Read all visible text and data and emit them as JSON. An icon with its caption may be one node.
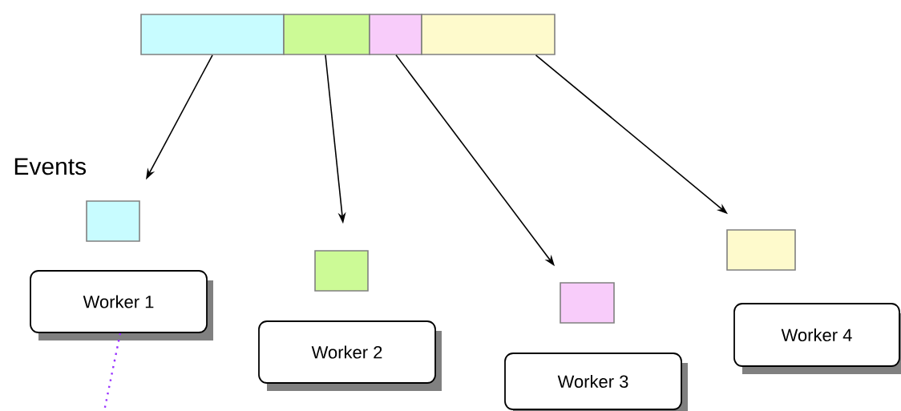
{
  "diagram": {
    "nodes": [
      {
        "text": [],
        "shape": "box"
      },
      {
        "text": [],
        "shape": "box"
      },
      {
        "text": [],
        "shape": "box"
      },
      {
        "text": [],
        "shape": "box"
      },
      {
        "text": [],
        "shape": "box"
      },
      {
        "text": [],
        "shape": "box"
      },
      {
        "text": [],
        "shape": "box"
      },
      {
        "text": [],
        "shape": "box"
      },
      {
        "text": [
          "Worker 1"
        ]
      },
      {
        "text": [
          "Worker 2"
        ]
      },
      {
        "text": [
          "Worker 3"
        ]
      },
      {
        "text": [
          "Worker 4"
        ]
      }
    ],
    "edges": [
      {
        "from": 0,
        "to": 4,
        "arrow": "to"
      },
      {
        "from": 1,
        "to": 5,
        "arrow": "to"
      },
      {
        "from": 2,
        "to": 6,
        "arrow": "to"
      },
      {
        "from": 3,
        "to": 7,
        "arrow": "to"
      },
      {
        "from": 8,
        "to": null,
        "arrow": "none",
        "style": "dashed",
        "color": "#9933ff"
      }
    ],
    "labels": [
      "Events"
    ]
  }
}
